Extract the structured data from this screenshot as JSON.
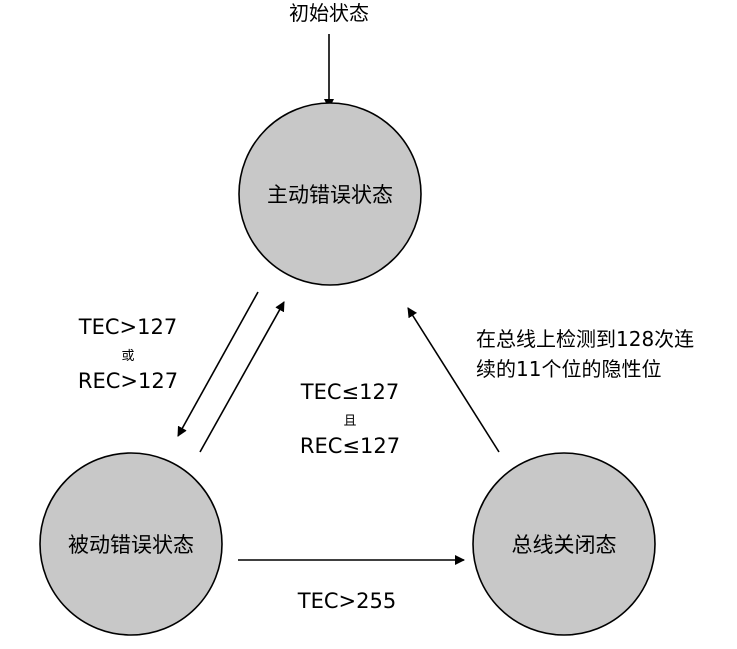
{
  "colors": {
    "state_fill": "#c8c8c8",
    "stroke": "#000000",
    "background": "#ffffff"
  },
  "initial_label": "初始状态",
  "states": {
    "error_active": "主动错误状态",
    "error_passive": "被动错误状态",
    "bus_off": "总线关闭态"
  },
  "transitions": {
    "active_to_passive": {
      "line1": "TEC>127",
      "connector": "或",
      "line2": "REC>127"
    },
    "passive_to_active": {
      "line1": "TEC≤127",
      "connector": "且",
      "line2": "REC≤127"
    },
    "passive_to_busoff": "TEC>255",
    "busoff_to_active": {
      "line1": "在总线上检测到128次连",
      "line2": "续的11个位的隐性位"
    }
  }
}
